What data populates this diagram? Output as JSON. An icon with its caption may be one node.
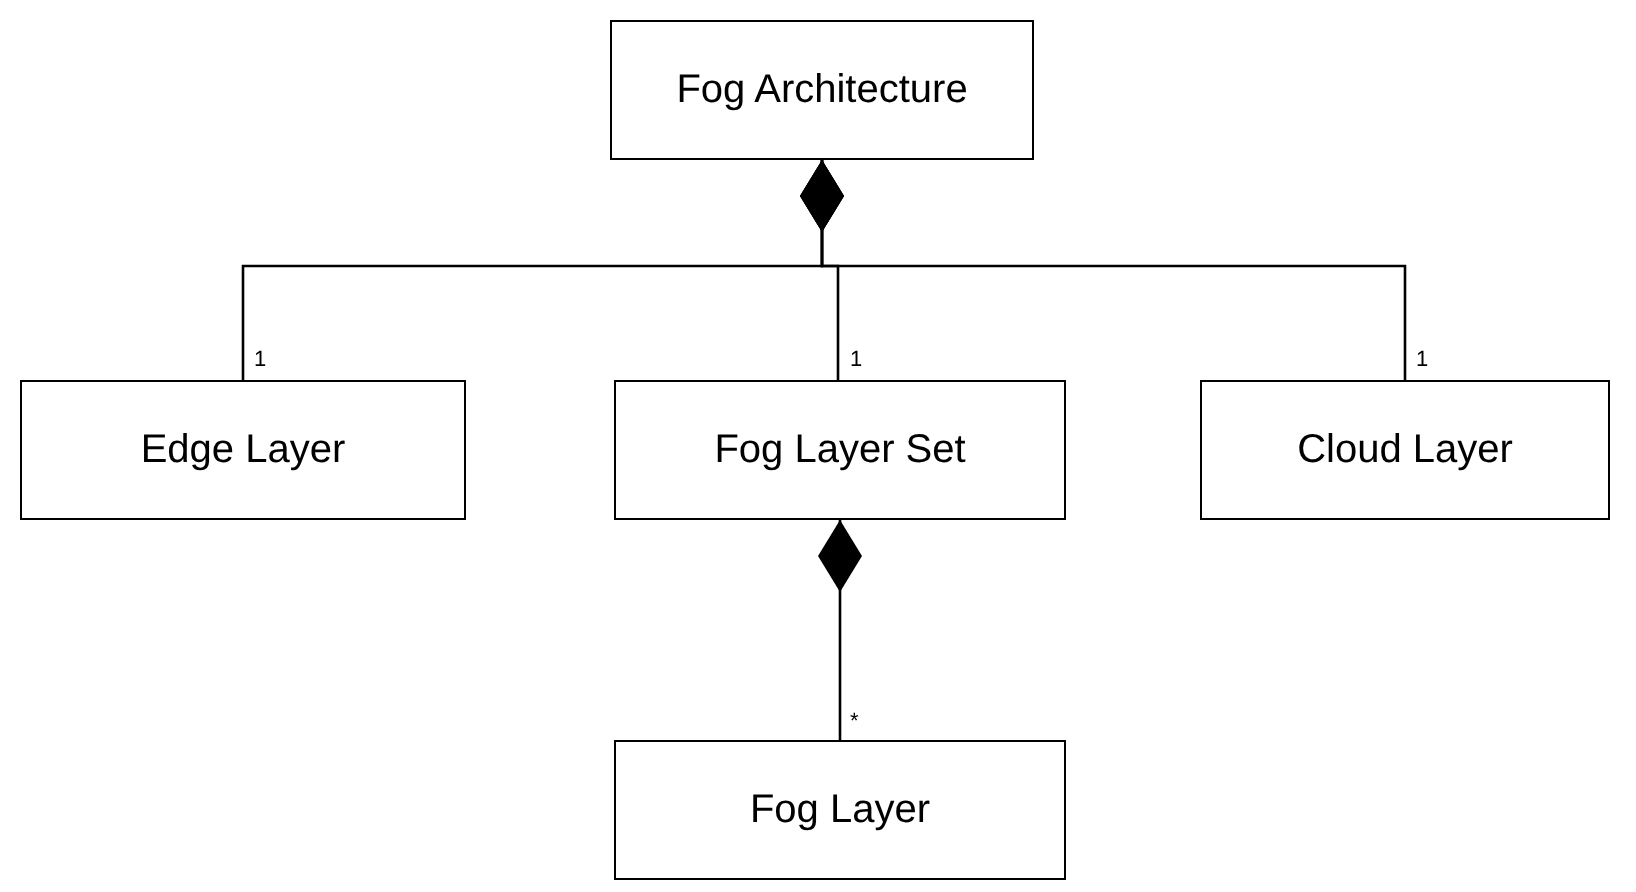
{
  "diagram": {
    "nodes": [
      {
        "text": [
          "Fog Architecture"
        ]
      },
      {
        "text": [
          "Edge Layer"
        ]
      },
      {
        "text": [
          "Fog Layer Set"
        ]
      },
      {
        "text": [
          "Cloud Layer"
        ]
      },
      {
        "text": [
          "Fog Layer"
        ]
      }
    ],
    "edges": [
      {
        "from": 0,
        "to": 1,
        "arrow": "other"
      },
      {
        "from": 0,
        "to": 2,
        "arrow": "other"
      },
      {
        "from": 0,
        "to": 3,
        "arrow": "other"
      },
      {
        "from": 2,
        "to": 4,
        "arrow": "other"
      }
    ],
    "labels": [
      "1",
      "1",
      "1",
      "*"
    ]
  }
}
